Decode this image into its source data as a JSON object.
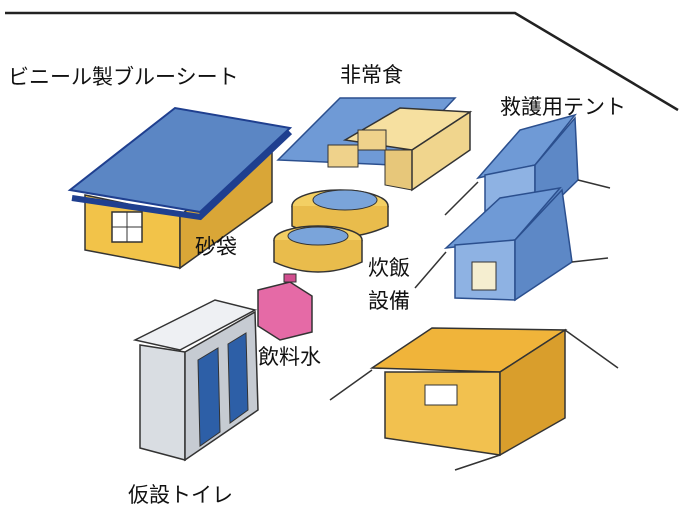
{
  "labels": {
    "tarp": "ビニール製ブルーシート",
    "food": "非常食",
    "tent": "救護用テント",
    "sandbag": "砂袋",
    "cooking_1": "炊飯",
    "cooking_2": "設備",
    "water": "飲料水",
    "toilet": "仮設トイレ"
  },
  "colors": {
    "tarp_blue": "#5b86c4",
    "tarp_dark": "#1f3f8f",
    "house_yellow": "#f2c349",
    "tent_blue": "#6f9ad6",
    "orange_tent": "#f0b43a",
    "sandbag": "#f3cf63",
    "food_box": "#f6e0a0",
    "water_tank": "#e56aa6",
    "toilet_gray": "#d9dde2",
    "toilet_door": "#2d5fa7"
  }
}
